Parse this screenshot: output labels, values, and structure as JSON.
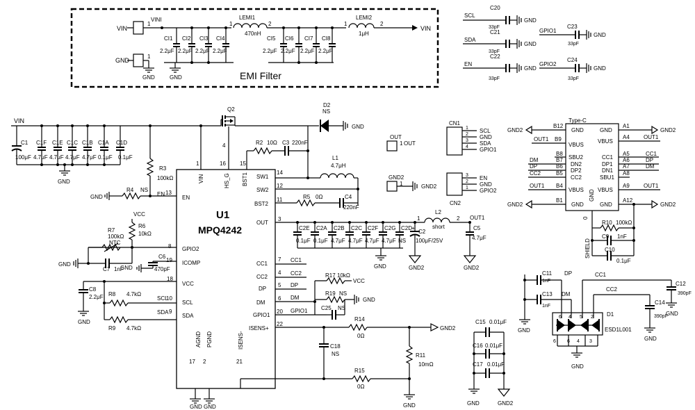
{
  "ic": {
    "name": "U1",
    "part": "MPQ4242"
  },
  "emi": {
    "title": "EMI Filter",
    "vin": "VIN",
    "vin_i": "VINI",
    "gnd": "GND",
    "lemi1": "LEMI1",
    "lemi1_val": "470nH",
    "lemi2": "LEMI2",
    "lemi2_val": "1μH",
    "ci1": "CI1",
    "ci2": "CI2",
    "ci3": "CI3",
    "ci4": "CI4",
    "ci5": "CI5",
    "ci6": "CI6",
    "ci7": "CI7",
    "ci8": "CI8",
    "cap22": "2.2μF",
    "pin1": "1",
    "pin2": "2"
  },
  "pins": {
    "en": "EN",
    "en_n": "13",
    "vin": "VIN",
    "vin_n": "1",
    "hsg": "HS_G",
    "hsg_n": "16",
    "bst1": "BST1",
    "bst1_n": "15",
    "sw1": "SW1",
    "sw1_n": "14",
    "sw2": "SW2",
    "sw2_n": "12",
    "bst2": "BST2",
    "bst2_n": "11",
    "out": "OUT",
    "out_n": "3",
    "cc1": "CC1",
    "cc1_n": "7",
    "cc2": "CC2",
    "cc2_n": "4",
    "dp": "DP",
    "dp_n": "5",
    "dm": "DM",
    "dm_n": "6",
    "gpio1": "GPIO1",
    "gpio1_n": "20",
    "isensp": "ISENS+",
    "isensp_n": "22",
    "gpio2": "GPIO2",
    "gpio2_n": "8",
    "icomp": "ICOMP",
    "icomp_n": "19",
    "vcc": "VCC",
    "vcc_n": "18",
    "scl": "SCL",
    "scl_n": "10",
    "sda": "SDA",
    "sda_n": "9",
    "agnd": "AGND",
    "agnd_n": "17",
    "pgnd": "PGND",
    "pgnd_n": "2",
    "isensm": "ISENS-",
    "isensm_n": "21"
  },
  "labels": {
    "vin": "VIN",
    "gnd": "GND",
    "gnd2": "GND2",
    "vcc": "VCC",
    "out": "OUT",
    "out1": "OUT1",
    "scl": "SCL",
    "sda": "SDA",
    "en": "EN",
    "gpio1": "GPIO1",
    "gpio2": "GPIO2",
    "cc1": "CC1",
    "cc2": "CC2",
    "dp": "DP",
    "dm": "DM",
    "ns": "NS",
    "short": "short"
  },
  "comps": {
    "c1": "C1",
    "c1_v": "100μF",
    "c1f": "C1F",
    "c1e": "C1E",
    "c1c": "C1C",
    "c1b": "C1B",
    "c1a": "C1A",
    "c1d": "C1D",
    "v47": "4.7μF",
    "v01": "0.1μF",
    "q2": "Q2",
    "d2": "D2",
    "r2": "R2",
    "r2_v": "10Ω",
    "c3": "C3",
    "c3_v": "220nF",
    "l1": "L1",
    "l1_v": "4.7μH",
    "r5": "R5",
    "r5_v": "0Ω",
    "c4": "C4",
    "c4_v": "220nF",
    "r3": "R3",
    "r3_v": "100kΩ",
    "r4": "R4",
    "l2": "L2",
    "c2": "C2",
    "c2_v": "100μF/25V",
    "c5": "C5",
    "c2e": "C2E",
    "c2a": "C2A",
    "c2b": "C2B",
    "c2c": "C2C",
    "c2f": "C2F",
    "c2g": "C2G",
    "c2d": "C2D",
    "r6": "R6",
    "r6_v": "10kΩ",
    "r7": "R7",
    "r7_v": "100kΩ",
    "ntc": "NTC",
    "c7": "C7",
    "c7_v": "1nF",
    "c6": "C6",
    "c6_v": "470pF",
    "c8": "C8",
    "c8_v": "2.2μF",
    "r8": "R8",
    "r9": "R9",
    "v47k": "4.7kΩ",
    "r17": "R17",
    "r17_v": "10kΩ",
    "r19": "R19",
    "c25": "C25",
    "r14": "R14",
    "r15": "R15",
    "v0r": "0Ω",
    "c18": "C18",
    "r11": "R11",
    "r11_v": "10mΩ",
    "c15": "C15",
    "c16": "C16",
    "c17": "C17",
    "v001": "0.01μF",
    "c20": "C20",
    "c21": "C21",
    "c22": "C22",
    "c23": "C23",
    "c24": "C24",
    "v33p": "33pF",
    "cn1": "CN1",
    "cn2": "CN2",
    "c11": "C11",
    "c13": "C13",
    "v1n": "1nF",
    "c12": "C12",
    "c14": "C14",
    "v390p": "390pF",
    "d1": "D1",
    "d1_part": "ESD1L001",
    "r10": "R10",
    "r10_v": "100kΩ",
    "c9": "C9",
    "c10": "C10",
    "v01b": "0.1μF",
    "shield": "SHIELD"
  },
  "typec": {
    "title": "Type-C",
    "b12": "B12",
    "b9": "B9",
    "b8": "B8",
    "b7": "B7",
    "b6": "B6",
    "b5": "B5",
    "b4": "B4",
    "b1": "B1",
    "a1": "A1",
    "a4": "A4",
    "a5": "A5",
    "a6": "A6",
    "a7": "A7",
    "a8": "A8",
    "a9": "A9",
    "a12": "A12",
    "gnd": "GND",
    "vbus": "VBUS",
    "sbu2": "SBU2",
    "dn2": "DN2",
    "dp2": "DP2",
    "cc2": "CC2",
    "cc1": "CC1",
    "dp1": "DP1",
    "dn1": "DN1",
    "sbu1": "SBU1",
    "zero": "0"
  },
  "cn_pins": {
    "p1": "1",
    "p2": "2",
    "p3": "3",
    "p4": "4"
  }
}
